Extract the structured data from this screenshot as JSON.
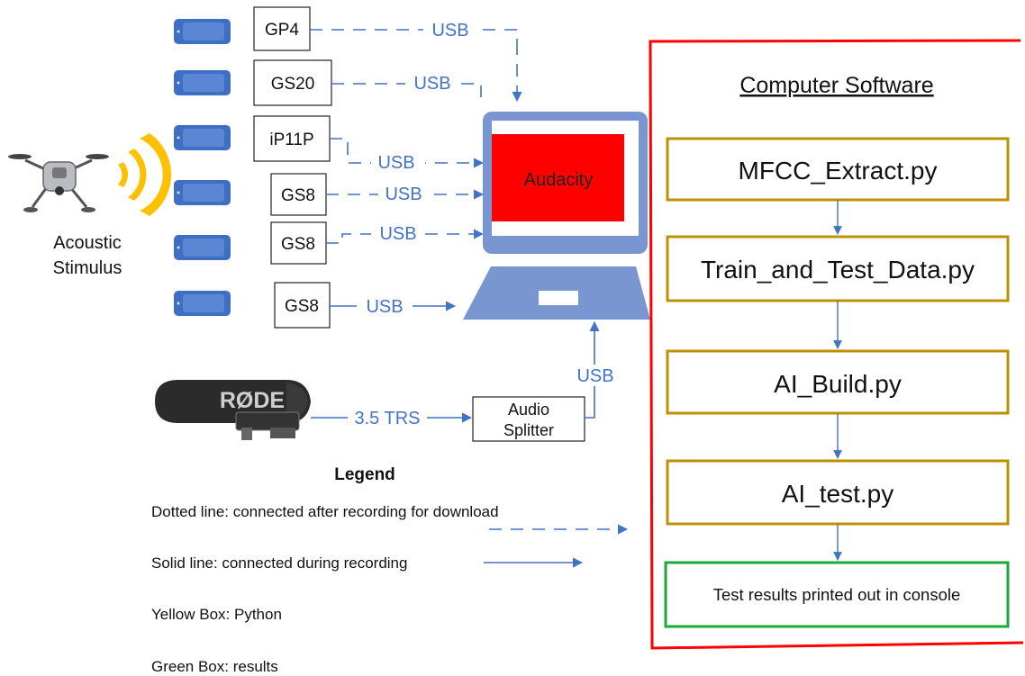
{
  "devices": [
    {
      "label": "GP4",
      "link": "USB"
    },
    {
      "label": "GS20",
      "link": "USB"
    },
    {
      "label": "iP11P",
      "link": "USB"
    },
    {
      "label": "GS8",
      "link": "USB"
    },
    {
      "label": "GS8",
      "link": "USB"
    },
    {
      "label": "GS8",
      "link": "USB"
    }
  ],
  "stimulus": {
    "line1": "Acoustic",
    "line2": "Stimulus"
  },
  "laptop": {
    "screen_label": "Audacity"
  },
  "mic": {
    "brand": "RØDE",
    "link": "3.5 TRS"
  },
  "splitter": {
    "line1": "Audio",
    "line2": "Splitter",
    "link": "USB"
  },
  "legend": {
    "title": "Legend",
    "items": [
      "Dotted line: connected after recording for download",
      "Solid line: connected during recording",
      "Yellow Box: Python",
      "Green Box: results"
    ]
  },
  "software": {
    "title": "Computer Software",
    "steps": [
      "MFCC_Extract.py",
      "Train_and_Test_Data.py",
      "AI_Build.py",
      "AI_test.py"
    ],
    "result": "Test results printed out in console"
  },
  "colors": {
    "line": "#4472c4",
    "phone": "#3f6fc4",
    "laptop": "#7a96d0",
    "screen": "#ff0000",
    "python_box": "#bf9000",
    "result_box": "#1fa83a",
    "software_border": "#ff0000",
    "sound_wave": "#ffc000"
  }
}
